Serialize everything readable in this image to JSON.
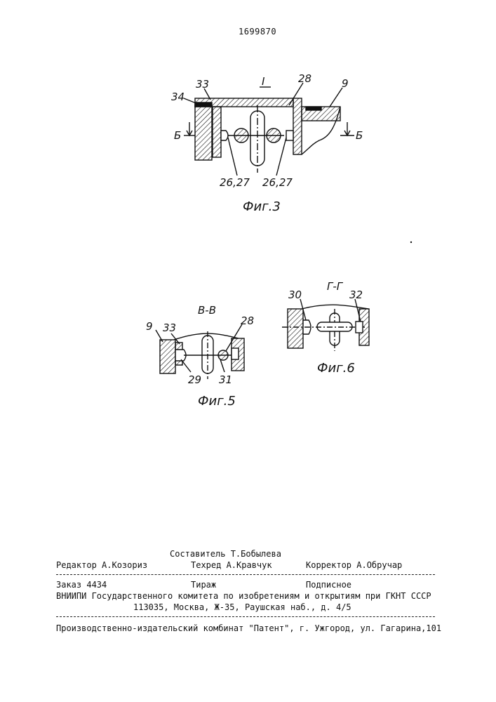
{
  "patent_number": "1699870",
  "figures": {
    "fig3": {
      "caption": "Фиг.3",
      "section_label": "I",
      "cut_label_left": "Б",
      "cut_label_right": "Б",
      "labels": [
        "33",
        "34",
        "28",
        "9",
        "26,27",
        "26,27"
      ]
    },
    "fig5": {
      "caption": "Фиг.5",
      "section_label": "В-В",
      "labels": [
        "9",
        "33",
        "28",
        "29",
        "31"
      ]
    },
    "fig6": {
      "caption": "Фиг.6",
      "section_label": "Г-Г",
      "labels": [
        "30",
        "32"
      ]
    }
  },
  "imprint": {
    "compiler": "Составитель Т.Бобылева",
    "editor": "Редактор А.Козориз",
    "techred": "Техред А.Кравчук",
    "corrector": "Корректор А.Обручар",
    "order": "Заказ 4434",
    "circulation": "Тираж",
    "subscription": "Подписное",
    "committee_line1": "ВНИИПИ Государственного комитета по изобретениям и открытиям при ГКНТ СССР",
    "committee_line2": "113035, Москва, Ж-35, Раушская наб., д. 4/5",
    "publisher": "Производственно-издательский комбинат \"Патент\", г. Ужгород, ул. Гагарина,101"
  }
}
